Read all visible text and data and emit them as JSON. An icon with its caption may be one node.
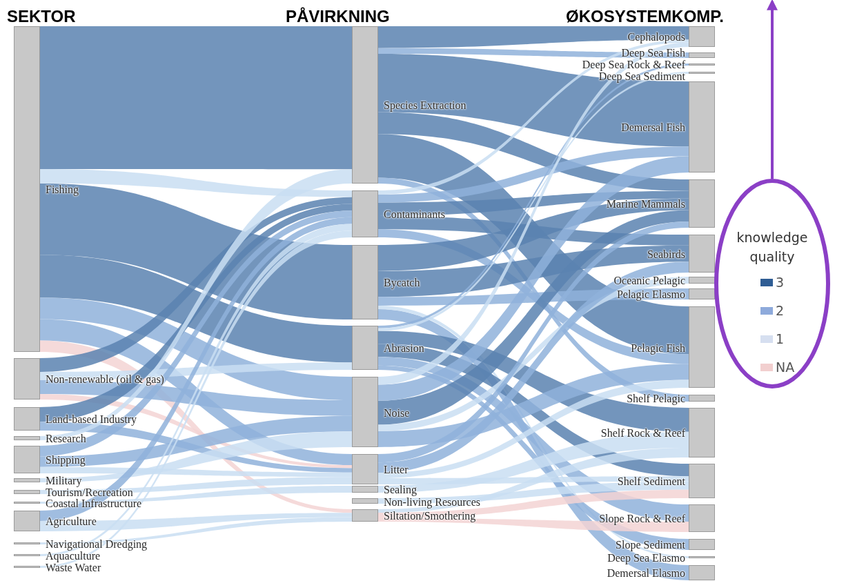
{
  "diagram": {
    "nodes": [
      {
        "text": [
          "Fishing"
        ]
      },
      {
        "text": [
          "Non-renewable (oil & gas)"
        ]
      },
      {
        "text": [
          "Land-based Industry"
        ]
      },
      {
        "text": [
          "Research"
        ]
      },
      {
        "text": [
          "Shipping"
        ]
      },
      {
        "text": [
          "Military"
        ]
      },
      {
        "text": [
          "Tourism/Recreation"
        ]
      },
      {
        "text": [
          "Coastal Infrastructure"
        ]
      },
      {
        "text": [
          "Agriculture"
        ]
      },
      {
        "text": [
          "Navigational Dredging"
        ]
      },
      {
        "text": [
          "Aquaculture"
        ]
      },
      {
        "text": [
          "Waste Water"
        ]
      },
      {
        "text": [
          "Species Extraction"
        ]
      },
      {
        "text": [
          "Contaminants"
        ]
      },
      {
        "text": [
          "Bycatch"
        ]
      },
      {
        "text": [
          "Abrasion"
        ]
      },
      {
        "text": [
          "Noise"
        ]
      },
      {
        "text": [
          "Litter"
        ]
      },
      {
        "text": [
          "Sealing"
        ]
      },
      {
        "text": [
          "Non-living Resources"
        ]
      },
      {
        "text": [
          "Siltation/Smothering"
        ]
      },
      {
        "text": [
          "Cephalopods"
        ]
      },
      {
        "text": [
          "Deep Sea Fish"
        ]
      },
      {
        "text": [
          "Deep Sea Rock & Reef"
        ]
      },
      {
        "text": [
          "Deep Sea Sediment"
        ]
      },
      {
        "text": [
          "Demersal Fish"
        ]
      },
      {
        "text": [
          "Marine Mammals"
        ]
      },
      {
        "text": [
          "Seabirds"
        ]
      },
      {
        "text": [
          "Oceanic Pelagic"
        ]
      },
      {
        "text": [
          "Pelagic Elasmo"
        ]
      },
      {
        "text": [
          "Pelagic Fish"
        ]
      },
      {
        "text": [
          "Shelf Pelagic"
        ]
      },
      {
        "text": [
          "Shelf Rock & Reef"
        ]
      },
      {
        "text": [
          "Shelf Sediment"
        ]
      },
      {
        "text": [
          "Slope Rock & Reef"
        ]
      },
      {
        "text": [
          "Slope Sediment"
        ]
      },
      {
        "text": [
          "Deep Sea Elasmo"
        ]
      },
      {
        "text": [
          "Demersal Elasmo"
        ]
      },
      {
        "text": [
          "knowledge quality"
        ]
      }
    ],
    "edges": [
      {
        "from": 0,
        "to": 12,
        "arrow": "none"
      },
      {
        "from": 0,
        "to": 14,
        "arrow": "none"
      },
      {
        "from": 0,
        "to": 15,
        "arrow": "none"
      },
      {
        "from": 0,
        "to": 16,
        "arrow": "none",
        "color": "#8fb2da"
      },
      {
        "from": 0,
        "to": 17,
        "arrow": "none",
        "color": "#8fb2da"
      },
      {
        "from": 0,
        "to": 13,
        "arrow": "none",
        "color": "#c9def2"
      },
      {
        "from": 0,
        "to": 20,
        "arrow": "none",
        "color": "#f3d3d3"
      },
      {
        "from": 1,
        "to": 13,
        "arrow": "none"
      },
      {
        "from": 1,
        "to": 16,
        "arrow": "none",
        "color": "#8fb2da"
      },
      {
        "from": 1,
        "to": 15,
        "arrow": "none",
        "color": "#c9def2"
      },
      {
        "from": 1,
        "to": 17,
        "arrow": "none",
        "color": "#f3d3d3"
      },
      {
        "from": 2,
        "to": 13,
        "arrow": "none"
      },
      {
        "from": 2,
        "to": 17,
        "arrow": "none",
        "color": "#8fb2da"
      },
      {
        "from": 3,
        "to": 12,
        "arrow": "none",
        "color": "#c9def2"
      },
      {
        "from": 4,
        "to": 13,
        "arrow": "none",
        "color": "#8fb2da"
      },
      {
        "from": 4,
        "to": 16,
        "arrow": "none",
        "color": "#8fb2da"
      },
      {
        "from": 4,
        "to": 17,
        "arrow": "none",
        "color": "#c9def2"
      },
      {
        "from": 5,
        "to": 16,
        "arrow": "none",
        "color": "#c9def2"
      },
      {
        "from": 6,
        "to": 17,
        "arrow": "none",
        "color": "#c9def2"
      },
      {
        "from": 7,
        "to": 18,
        "arrow": "none",
        "color": "#c9def2"
      },
      {
        "from": 8,
        "to": 13,
        "arrow": "none",
        "color": "#8fb2da"
      },
      {
        "from": 8,
        "to": 20,
        "arrow": "none",
        "color": "#c9def2"
      },
      {
        "from": 9,
        "to": 20,
        "arrow": "none",
        "color": "#c9def2"
      },
      {
        "from": 10,
        "to": 13,
        "arrow": "none",
        "color": "#c9def2"
      },
      {
        "from": 11,
        "to": 13,
        "arrow": "none",
        "color": "#c9def2"
      },
      {
        "from": 12,
        "to": 21,
        "arrow": "none"
      },
      {
        "from": 12,
        "to": 25,
        "arrow": "none"
      },
      {
        "from": 12,
        "to": 26,
        "arrow": "none"
      },
      {
        "from": 12,
        "to": 30,
        "arrow": "none"
      },
      {
        "from": 12,
        "to": 22,
        "arrow": "none",
        "color": "#8fb2da"
      },
      {
        "from": 12,
        "to": 31,
        "arrow": "none",
        "color": "#8fb2da"
      },
      {
        "from": 13,
        "to": 26,
        "arrow": "none"
      },
      {
        "from": 13,
        "to": 27,
        "arrow": "none"
      },
      {
        "from": 13,
        "to": 30,
        "arrow": "none",
        "color": "#8fb2da"
      },
      {
        "from": 13,
        "to": 25,
        "arrow": "none",
        "color": "#8fb2da"
      },
      {
        "from": 13,
        "to": 21,
        "arrow": "none",
        "color": "#c9def2"
      },
      {
        "from": 14,
        "to": 26,
        "arrow": "none"
      },
      {
        "from": 14,
        "to": 27,
        "arrow": "none"
      },
      {
        "from": 14,
        "to": 37,
        "arrow": "none",
        "color": "#8fb2da"
      },
      {
        "from": 14,
        "to": 29,
        "arrow": "none",
        "color": "#8fb2da"
      },
      {
        "from": 14,
        "to": 36,
        "arrow": "none",
        "color": "#c9def2"
      },
      {
        "from": 15,
        "to": 33,
        "arrow": "none"
      },
      {
        "from": 15,
        "to": 32,
        "arrow": "none"
      },
      {
        "from": 15,
        "to": 34,
        "arrow": "none",
        "color": "#8fb2da"
      },
      {
        "from": 15,
        "to": 23,
        "arrow": "none",
        "color": "#8fb2da"
      },
      {
        "from": 15,
        "to": 24,
        "arrow": "none",
        "color": "#c9def2"
      },
      {
        "from": 15,
        "to": 35,
        "arrow": "none",
        "color": "#8fb2da"
      },
      {
        "from": 16,
        "to": 26,
        "arrow": "none"
      },
      {
        "from": 16,
        "to": 30,
        "arrow": "none",
        "color": "#8fb2da"
      },
      {
        "from": 16,
        "to": 25,
        "arrow": "none",
        "color": "#8fb2da"
      },
      {
        "from": 16,
        "to": 21,
        "arrow": "none",
        "color": "#c9def2"
      },
      {
        "from": 16,
        "to": 28,
        "arrow": "none",
        "color": "#c9def2"
      },
      {
        "from": 17,
        "to": 27,
        "arrow": "none",
        "color": "#8fb2da"
      },
      {
        "from": 17,
        "to": 26,
        "arrow": "none",
        "color": "#8fb2da"
      },
      {
        "from": 17,
        "to": 33,
        "arrow": "none",
        "color": "#c9def2"
      },
      {
        "from": 17,
        "to": 30,
        "arrow": "none",
        "color": "#c9def2"
      },
      {
        "from": 18,
        "to": 32,
        "arrow": "none",
        "color": "#c9def2"
      },
      {
        "from": 19,
        "to": 33,
        "arrow": "none",
        "color": "#c9def2"
      },
      {
        "from": 20,
        "to": 33,
        "arrow": "none",
        "color": "#f3d3d3"
      },
      {
        "from": 20,
        "to": 34,
        "arrow": "none",
        "color": "#f3d3d3"
      },
      {
        "from": 20,
        "to": 32,
        "arrow": "none",
        "color": "#c9def2"
      },
      {
        "from": 38,
        "to": null,
        "arrow": "to",
        "color": "#8b3fc6"
      }
    ],
    "labels": [
      "SEKTOR",
      "PÅVIRKNING",
      "ØKOSYSTEMKOMP."
    ],
    "legend": [
      {
        "text": "3",
        "color": "#2f5d94"
      },
      {
        "text": "2",
        "color": "#8eaadb"
      },
      {
        "text": "1",
        "color": "#d6dff0"
      },
      {
        "text": "NA",
        "color": "#f2cfcf"
      }
    ]
  }
}
